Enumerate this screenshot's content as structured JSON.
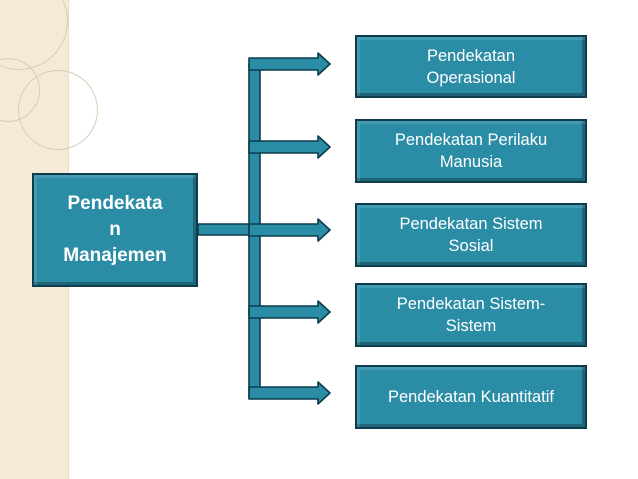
{
  "diagram": {
    "root": {
      "label": "Pendekata\nn\nManajemen"
    },
    "children": [
      {
        "label": "Pendekatan\nOperasional"
      },
      {
        "label": "Pendekatan Perilaku\nManusia"
      },
      {
        "label": "Pendekatan Sistem\nSosial"
      },
      {
        "label": "Pendekatan Sistem-\nSistem"
      },
      {
        "label": "Pendekatan Kuantitatif"
      }
    ]
  },
  "colors": {
    "box_fill": "#2b8ca6",
    "box_border": "#0c3c4d",
    "connector_fill": "#2b8ca6",
    "connector_border": "#0c3c4d",
    "side_band": "#f3ebd7"
  }
}
